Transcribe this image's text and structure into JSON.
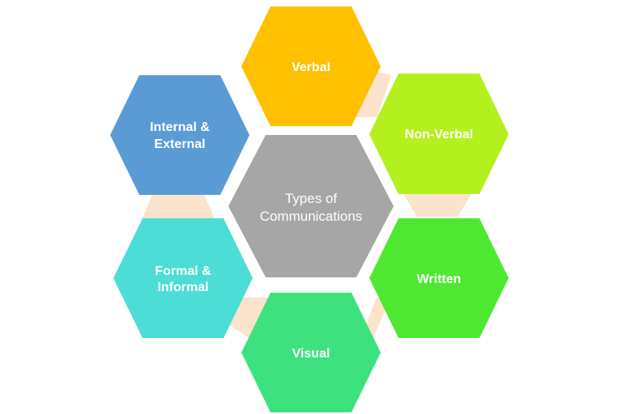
{
  "center": {
    "label_line1": "Types of",
    "label_line2": "Communications",
    "color": "#A6A6A6"
  },
  "nodes": [
    {
      "id": "verbal",
      "lines": [
        "Verbal"
      ],
      "color": "#FFC000"
    },
    {
      "id": "non-verbal",
      "lines": [
        "Non-Verbal"
      ],
      "color": "#B4F01E"
    },
    {
      "id": "written",
      "lines": [
        "Written"
      ],
      "color": "#4EE832"
    },
    {
      "id": "visual",
      "lines": [
        "Visual"
      ],
      "color": "#3DE27E"
    },
    {
      "id": "formal-informal",
      "lines": [
        "Formal &",
        "Informal"
      ],
      "color": "#4BDDD6"
    },
    {
      "id": "internal-external",
      "lines": [
        "Internal &",
        "External"
      ],
      "color": "#5B9BD5"
    }
  ],
  "connector_color": "#FBE3CC"
}
